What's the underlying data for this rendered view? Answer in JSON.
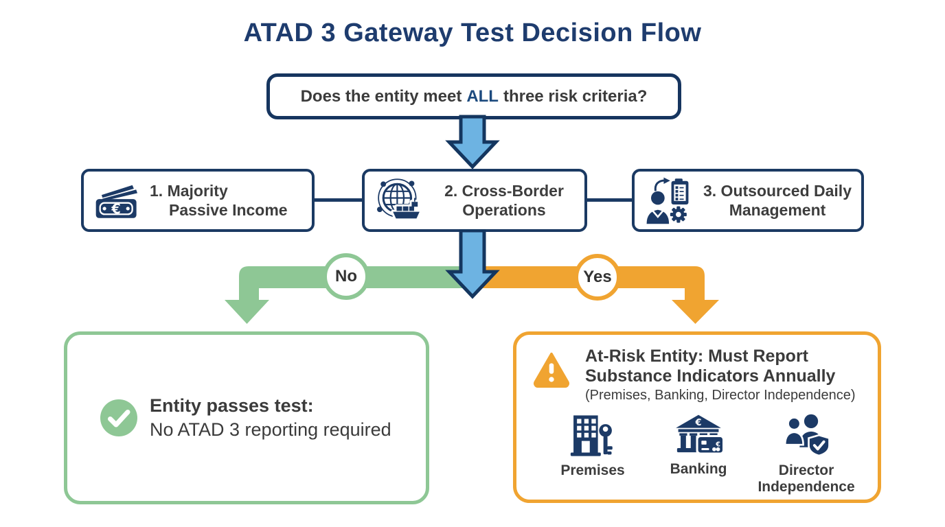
{
  "palette": {
    "navy": "#1c3a66",
    "navy_border": "#16355f",
    "title_navy": "#1e3c6e",
    "highlight_blue": "#1c4a7e",
    "arrow_blue_fill": "#6db3e2",
    "arrow_blue_outline": "#14365f",
    "green": "#8ec795",
    "orange": "#f0a431",
    "text_gray": "#3b3b3b"
  },
  "title": "ATAD 3 Gateway Test Decision Flow",
  "question": {
    "prefix": "Does the entity meet",
    "highlight": "ALL",
    "suffix": "three risk criteria?"
  },
  "criteria": [
    {
      "icon": "banknote-euro-icon",
      "line1": "1. Majority",
      "line2": "Passive Income"
    },
    {
      "icon": "globe-ship-icon",
      "line1": "2. Cross-Border",
      "line2": "Operations"
    },
    {
      "icon": "manager-clipboard-gear-icon",
      "line1": "3. Outsourced Daily",
      "line2": "Management"
    }
  ],
  "branches": {
    "no": "No",
    "yes": "Yes"
  },
  "pass_box": {
    "title": "Entity passes test:",
    "subtitle": "No ATAD 3 reporting required"
  },
  "risk_box": {
    "title_line1": "At-Risk Entity: Must Report",
    "title_line2": "Substance Indicators Annually",
    "subtitle": "(Premises, Banking, Director Independence)",
    "indicators": [
      {
        "label": "Premises",
        "icon": "building-key-icon"
      },
      {
        "label": "Banking",
        "icon": "bank-card-icon"
      },
      {
        "label": "Director Independence",
        "icon": "people-shield-icon"
      }
    ]
  }
}
